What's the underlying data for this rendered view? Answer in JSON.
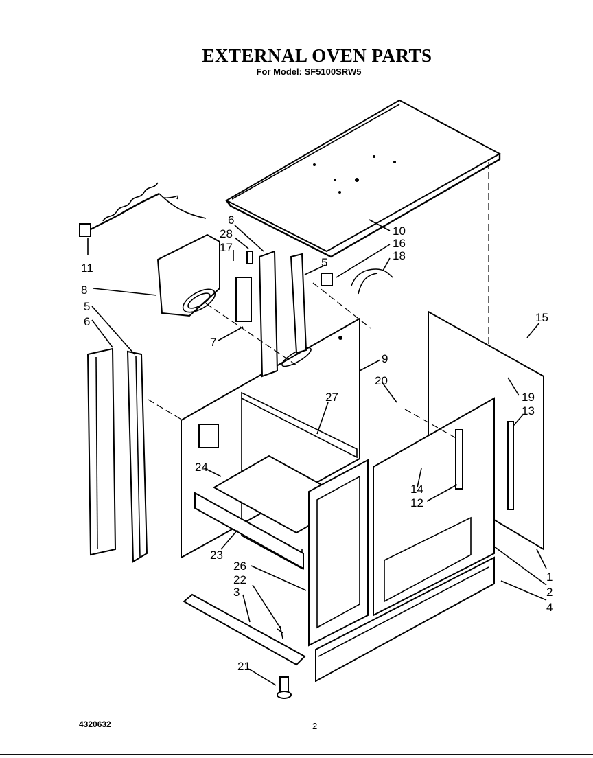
{
  "header": {
    "title": "EXTERNAL OVEN PARTS",
    "subtitle": "For Model: SF5100SRW5"
  },
  "footer": {
    "code": "4320632",
    "page": "2"
  },
  "callouts": [
    "1",
    "2",
    "3",
    "4",
    "5",
    "5",
    "6",
    "6",
    "7",
    "8",
    "9",
    "10",
    "11",
    "12",
    "13",
    "14",
    "15",
    "16",
    "17",
    "18",
    "19",
    "20",
    "21",
    "22",
    "23",
    "24",
    "26",
    "27",
    "28"
  ]
}
